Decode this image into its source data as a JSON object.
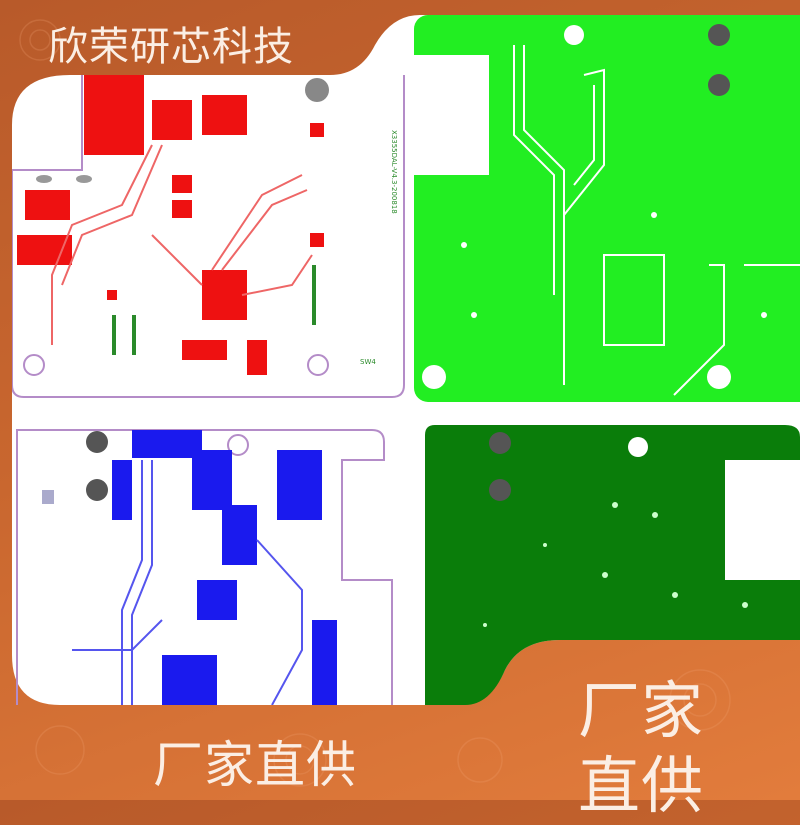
{
  "brand": {
    "company_name": "欣荣研芯科技"
  },
  "slogans": {
    "bottom_left": "厂家直供",
    "bottom_right_line1": "厂家",
    "bottom_right_line2": "直供"
  },
  "pcb_labels": {
    "red_board_silkscreen": "X3355DAL-V4.3-200818",
    "red_board_part": "SW4"
  },
  "colors": {
    "background": "#c9672f",
    "red_layer": "#ee1111",
    "light_green_layer": "#22ee22",
    "blue_layer": "#1a1aee",
    "dark_green_layer": "#0a7d0a"
  }
}
